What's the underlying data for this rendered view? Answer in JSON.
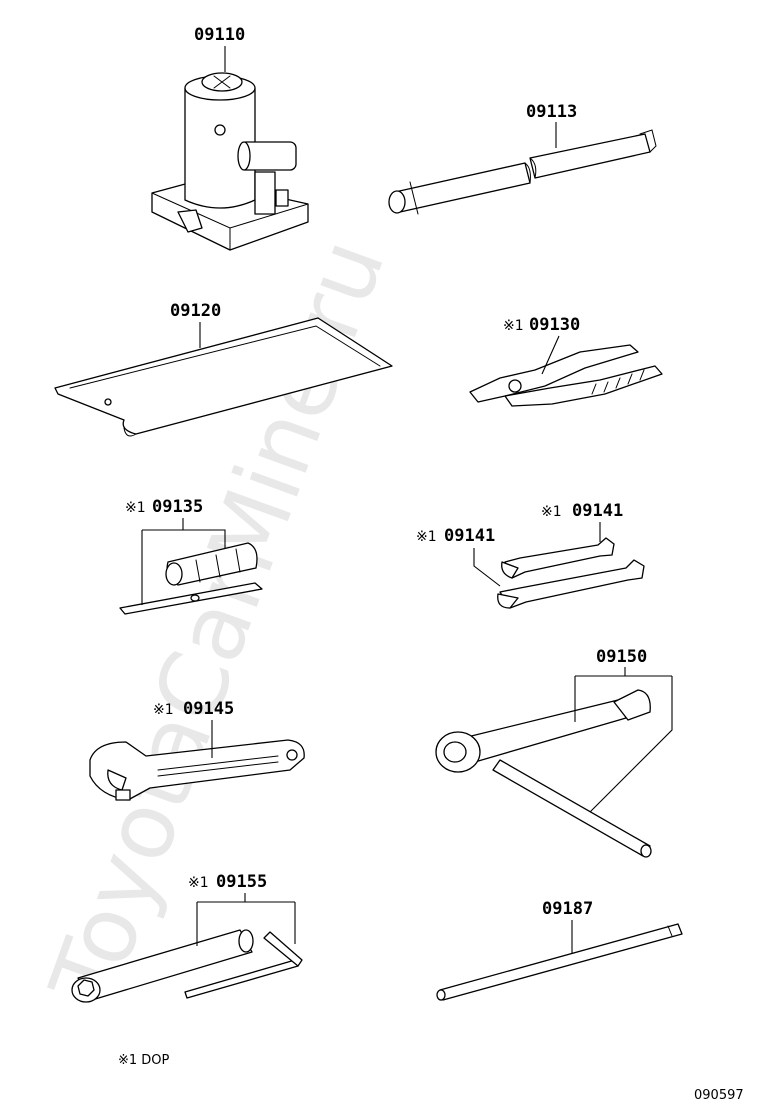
{
  "watermark": "ToyotaCarMine.ru",
  "parts": {
    "p09110": {
      "number": "09110",
      "marker": ""
    },
    "p09113": {
      "number": "09113",
      "marker": ""
    },
    "p09120": {
      "number": "09120",
      "marker": ""
    },
    "p09130": {
      "number": "09130",
      "marker": "※1"
    },
    "p09135": {
      "number": "09135",
      "marker": "※1"
    },
    "p09141a": {
      "number": "09141",
      "marker": "※1"
    },
    "p09141b": {
      "number": "09141",
      "marker": "※1"
    },
    "p09145": {
      "number": "09145",
      "marker": "※1"
    },
    "p09150": {
      "number": "09150",
      "marker": ""
    },
    "p09155": {
      "number": "09155",
      "marker": "※1"
    },
    "p09187": {
      "number": "09187",
      "marker": ""
    }
  },
  "footnote": "※1 DOP",
  "figure_id": "090597"
}
